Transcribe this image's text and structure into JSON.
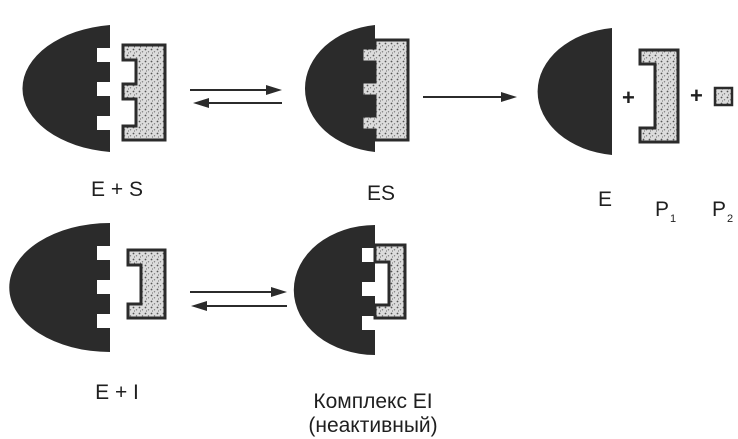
{
  "diagram": {
    "colors": {
      "enzyme": "#2b2b2b",
      "substrate_fill": "#d9d9d9",
      "substrate_edge": "#2b2b2b",
      "arrow": "#2b2b2b",
      "text": "#1f1f1f"
    },
    "labels": {
      "e_plus_s": "E + S",
      "es": "ES",
      "e": "E",
      "p1_base": "P",
      "p1_sub": "1",
      "p2_base": "P",
      "p2_sub": "2",
      "plus": "+",
      "e_plus_i": "E + I",
      "complex_line1": "Комплекс  EI",
      "complex_line2": "(неактивный)"
    }
  }
}
